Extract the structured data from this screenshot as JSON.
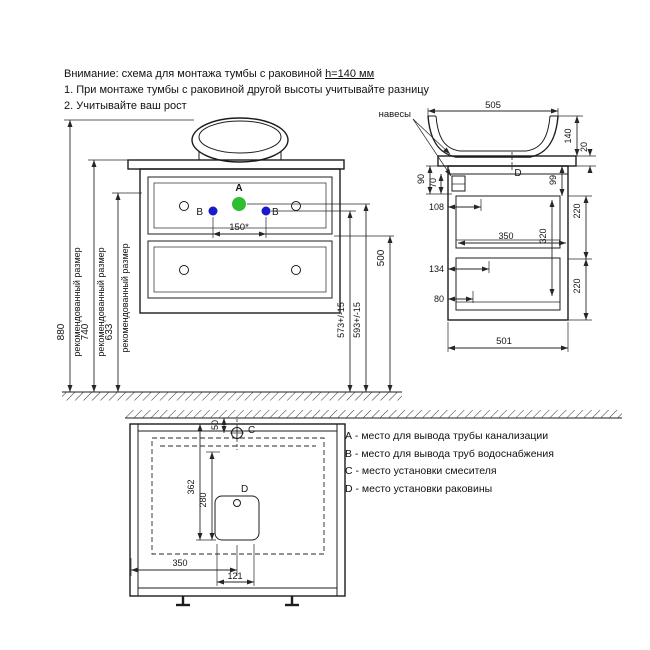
{
  "header": {
    "line1_prefix": "Внимание: схема для монтажа тумбы с раковиной ",
    "line1_underlined": "h=140 мм",
    "line2": "1. При монтаже тумбы с раковиной другой высоты учитывайте разницу",
    "line3": "2. Учитывайте ваш рост"
  },
  "front_view": {
    "recommended_label": "рекомендованный размер",
    "dims": {
      "height_880": "880",
      "height_740": "740",
      "height_633": "633",
      "spacing_150": "150*",
      "dim_500": "500",
      "dim_573": "573+/-15",
      "dim_593": "593+/-15"
    },
    "points": {
      "a": "А",
      "b": "B"
    }
  },
  "side_view": {
    "hangers_label": "навесы",
    "dims": {
      "width_505": "505",
      "sink_height_140": "140",
      "top_20": "20",
      "dim_90": "90",
      "dim_70": "70",
      "dim_99": "99",
      "dim_108": "108",
      "drawer_220_top": "220",
      "dim_350": "350",
      "dim_320": "320",
      "dim_134": "134",
      "drawer_220_bottom": "220",
      "dim_80": "80",
      "depth_501": "501"
    },
    "points": {
      "d": "D"
    }
  },
  "bottom_view": {
    "dims": {
      "dim_50": "50",
      "dim_362": "362",
      "dim_280": "280",
      "dim_350": "350",
      "dim_121": "121"
    },
    "points": {
      "c": "C",
      "d": "D"
    }
  },
  "legend": {
    "items": [
      "А - место для вывода трубы канализации",
      "B - место для вывода труб водоснабжения",
      "C - место установки смесителя",
      "D - место установки раковины"
    ]
  },
  "colors": {
    "line": "#1c1c1c",
    "point_a": "#2fbe2f",
    "point_b": "#1a1acd"
  }
}
